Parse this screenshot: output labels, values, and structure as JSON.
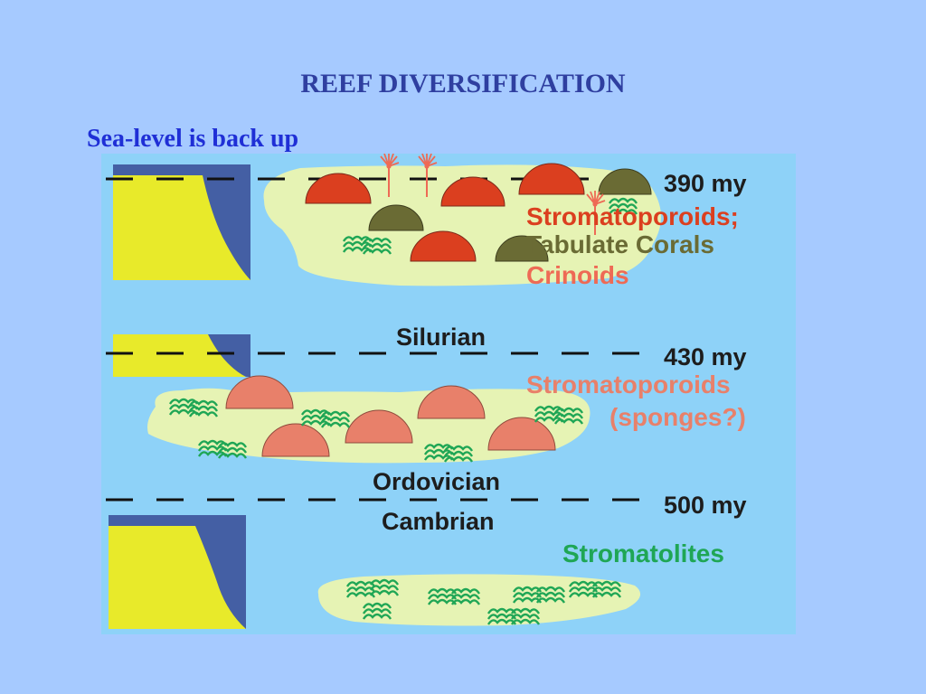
{
  "title": "REEF DIVERSIFICATION",
  "subtitle": "Sea-level is back up",
  "colors": {
    "background": "#a6caff",
    "water": "#8ed2f8",
    "reef": "#e6f3b4",
    "shelf_land": "#e8ea2a",
    "shelf_deep": "#445fa4",
    "stromatoporoid_devonian": "#db3f1f",
    "tabulate_coral": "#6a6b34",
    "crinoid": "#ee6a55",
    "stromatoporoid_silurian": "#e8806a",
    "stromatolite": "#1fa655"
  },
  "levels": [
    {
      "age": "390 my",
      "organisms": [
        "Stromatoporoids;",
        "Tabulate Corals",
        "Crinoids"
      ]
    },
    {
      "period_above": "Silurian",
      "age": "430 my",
      "organisms": [
        "Stromatoporoids",
        "(sponges?)"
      ]
    },
    {
      "period_above": "Ordovician",
      "period_below": "Cambrian",
      "age": "500 my",
      "organisms": [
        "Stromatolites"
      ]
    }
  ]
}
